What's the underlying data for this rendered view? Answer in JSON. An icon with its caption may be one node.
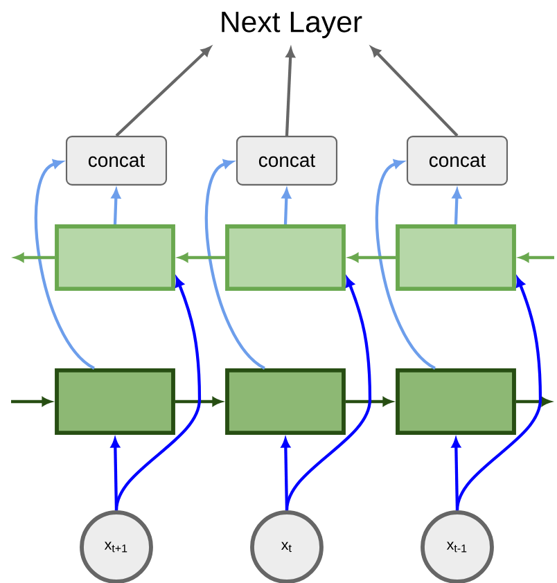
{
  "diagram": {
    "nodes": [
      {
        "text": [
          "Next Layer"
        ]
      },
      {
        "text": [
          "concat"
        ]
      },
      {
        "text": [
          "concat"
        ]
      },
      {
        "text": [
          "concat"
        ]
      },
      {
        "text": [],
        "shape": "box"
      },
      {
        "text": [],
        "shape": "box"
      },
      {
        "text": [],
        "shape": "box"
      },
      {
        "text": [],
        "shape": "box"
      },
      {
        "text": [],
        "shape": "box"
      },
      {
        "text": [],
        "shape": "box"
      },
      {
        "text": [
          "x$_{t+1}$"
        ]
      },
      {
        "text": [
          "x$_{t}$"
        ]
      },
      {
        "text": [
          "x$_{t-1}$"
        ]
      }
    ],
    "edges": [
      {
        "from": 1,
        "to": 0,
        "arrow": "to",
        "color": "#666666"
      },
      {
        "from": 2,
        "to": 0,
        "arrow": "to",
        "color": "#666666"
      },
      {
        "from": 3,
        "to": 0,
        "arrow": "to",
        "color": "#666666"
      },
      {
        "from": 4,
        "to": 1,
        "arrow": "to",
        "color": "#6d9eeb"
      },
      {
        "from": 5,
        "to": 2,
        "arrow": "to",
        "color": "#6d9eeb"
      },
      {
        "from": 6,
        "to": 3,
        "arrow": "to",
        "color": "#6d9eeb"
      },
      {
        "from": 7,
        "to": 1,
        "arrow": "to",
        "color": "#6d9eeb"
      },
      {
        "from": 8,
        "to": 2,
        "arrow": "to",
        "color": "#6d9eeb"
      },
      {
        "from": 9,
        "to": 3,
        "arrow": "to",
        "color": "#6d9eeb"
      },
      {
        "from": null,
        "to": 6,
        "arrow": "to",
        "color": "#6aa84f"
      },
      {
        "from": 6,
        "to": 5,
        "arrow": "to",
        "color": "#6aa84f"
      },
      {
        "from": 5,
        "to": 4,
        "arrow": "to",
        "color": "#6aa84f"
      },
      {
        "from": 4,
        "to": null,
        "arrow": "to",
        "color": "#6aa84f"
      },
      {
        "from": null,
        "to": 7,
        "arrow": "to",
        "color": "#274e13"
      },
      {
        "from": 7,
        "to": 8,
        "arrow": "to",
        "color": "#274e13"
      },
      {
        "from": 8,
        "to": 9,
        "arrow": "to",
        "color": "#274e13"
      },
      {
        "from": 9,
        "to": null,
        "arrow": "to",
        "color": "#274e13"
      },
      {
        "from": 10,
        "to": 7,
        "arrow": "to",
        "color": "#0000ff"
      },
      {
        "from": 11,
        "to": 8,
        "arrow": "to",
        "color": "#0000ff"
      },
      {
        "from": 12,
        "to": 9,
        "arrow": "to",
        "color": "#0000ff"
      },
      {
        "from": 10,
        "to": 4,
        "arrow": "to",
        "color": "#0000ff"
      },
      {
        "from": 11,
        "to": 5,
        "arrow": "to",
        "color": "#0000ff"
      },
      {
        "from": 12,
        "to": 6,
        "arrow": "to",
        "color": "#0000ff"
      }
    ]
  }
}
